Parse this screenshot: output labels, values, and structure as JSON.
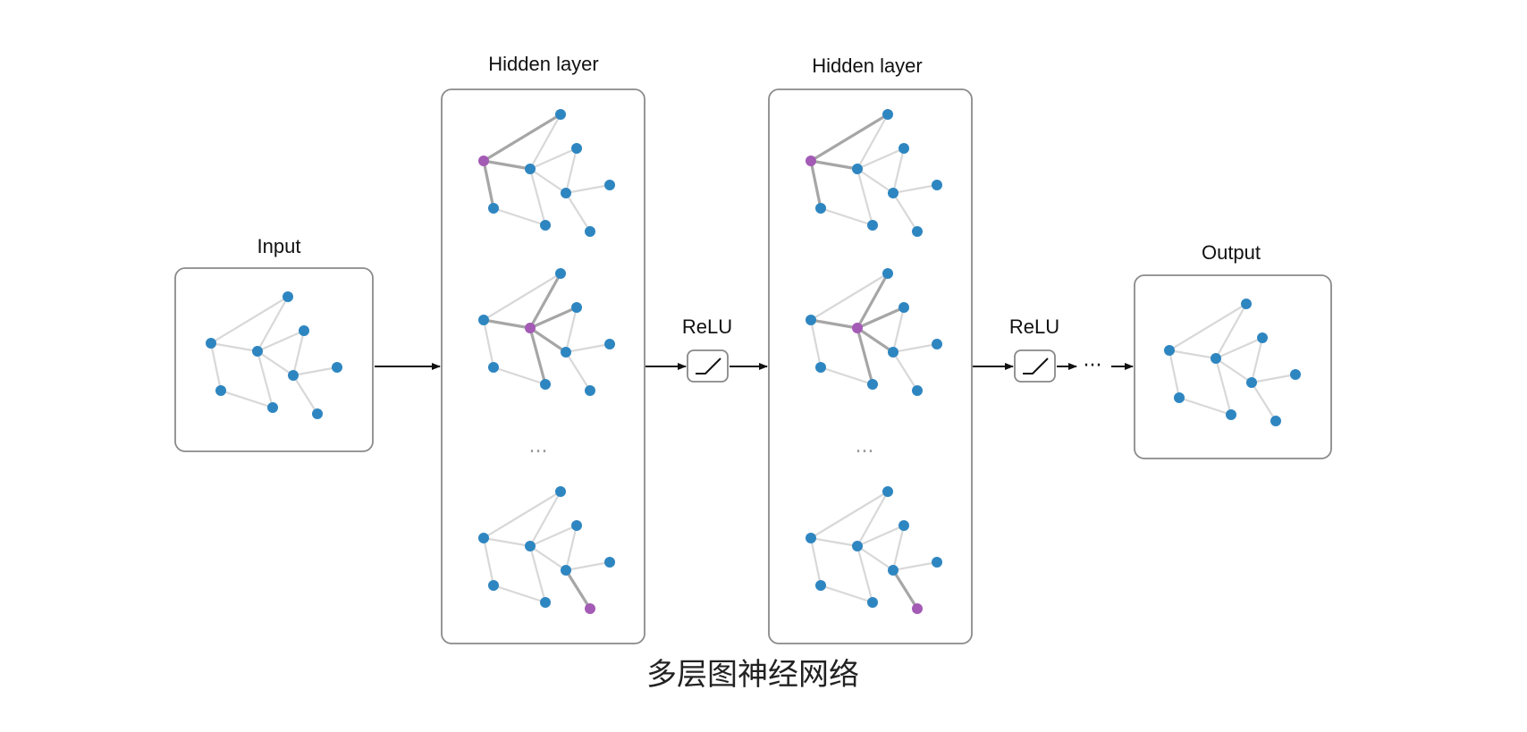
{
  "labels": {
    "input": "Input",
    "hidden1": "Hidden layer",
    "hidden2": "Hidden layer",
    "output": "Output",
    "relu1": "ReLU",
    "relu2": "ReLU",
    "ellipsis_h1": "...",
    "ellipsis_h2": "...",
    "ellipsis_arrow": "···"
  },
  "caption": "多层图神经网络",
  "colors": {
    "node": "#2e86c1",
    "highlight_node": "#a35bb5",
    "edge": "#d8d8d8",
    "highlight_edge": "#a6a6a6"
  }
}
